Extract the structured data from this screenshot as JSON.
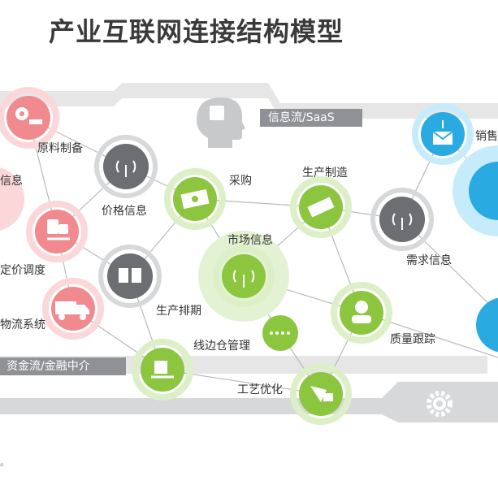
{
  "title": "产业互联网连接结构模型",
  "bands": {
    "info_flow": "信息流/SaaS",
    "capital_flow": "资金流/金融中介"
  },
  "nodes": {
    "raw_material": "原料制备",
    "info": "信息",
    "price_info": "价格信息",
    "procurement": "采购",
    "production": "生产制造",
    "pricing_schedule": "定价调度",
    "market_info": "市场信息",
    "demand_info": "需求信息",
    "logistics": "物流系统",
    "production_schedule": "生产排期",
    "lineside_warehouse": "线边仓管理",
    "quality_tracking": "质量跟踪",
    "process_optimization": "工艺优化",
    "sales": "销售"
  },
  "footnote": "。",
  "colors": {
    "red": "#f08a8f",
    "red_light": "#fbd7d9",
    "green": "#8cc63f",
    "green_light": "#dcefc7",
    "gray": "#6d6e71",
    "gray_light": "#d7d8da",
    "blue": "#29abe2",
    "blue_light": "#c6ecfb",
    "band": "#8f9196",
    "band_light": "#e6e6e6"
  },
  "icons": {
    "raw_material": "gear-conveyor-icon",
    "info": "document-icon",
    "price_info": "broadcast-icon",
    "procurement": "cash-icon",
    "production": "factory-machine-icon",
    "pricing_schedule": "cart-icon",
    "market_info": "broadcast-icon",
    "demand_info": "broadcast-icon",
    "logistics": "truck-icon",
    "production_schedule": "book-icon",
    "lineside_warehouse": "dots-icon",
    "quality_tracking": "worker-icon",
    "process_optimization": "tools-icon",
    "warehouse": "box-cart-icon",
    "sales": "share-mail-icon",
    "center_puzzle": "puzzle-head-icon",
    "bottom_gear": "gear-icon"
  }
}
